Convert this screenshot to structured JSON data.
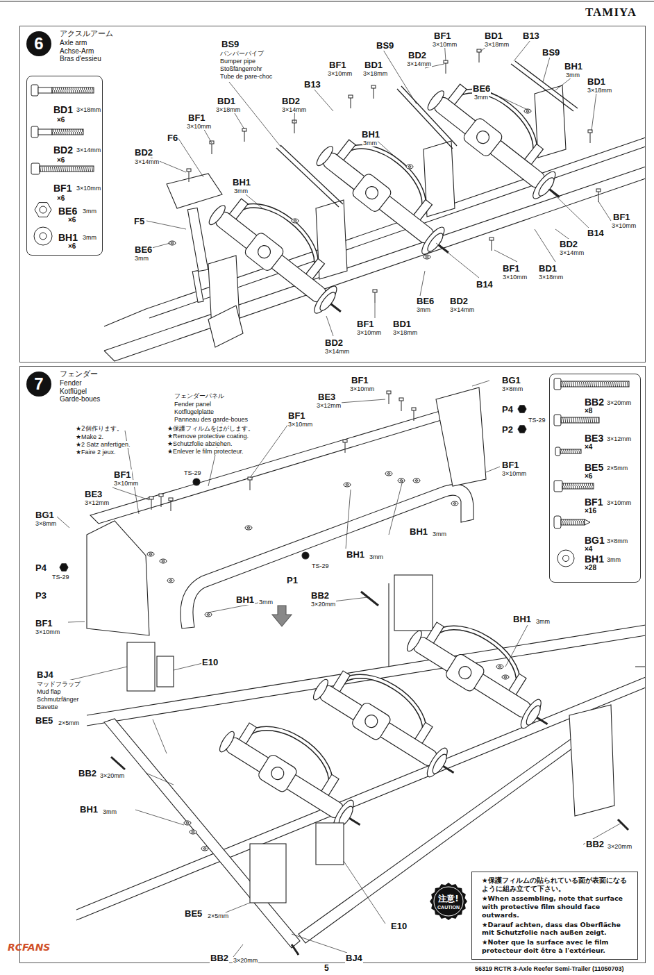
{
  "diagram": {
    "nodes": [
      {
        "text": [
          "アクスルアーム",
          "Axle arm",
          "Achse-Arm",
          "Bras d'essieu"
        ]
      },
      {
        "text": [
          "6"
        ],
        "in": 0
      },
      {
        "text": [
          "BD1",
          "3×18mm",
          "×6",
          "BD2",
          "3×14mm",
          "×6",
          "BF1",
          "3×10mm",
          "×6",
          "BE6",
          "3mm",
          "×6",
          "BH1",
          "3mm",
          "×6"
        ],
        "in": 0
      },
      {
        "text": [
          "フェンダー",
          "Fender",
          "Kotflügel",
          "Garde-boues"
        ]
      },
      {
        "text": [
          "7"
        ],
        "in": 3
      },
      {
        "text": [
          "BB2",
          "3×20mm",
          "×8",
          "BE3",
          "3×12mm",
          "×4",
          "BE5",
          "2×5mm",
          "×6",
          "BF1",
          "3×10mm",
          "×16",
          "BG1",
          "3×8mm",
          "×4",
          "BH1",
          "3mm",
          "×28"
        ],
        "in": 3
      },
      {
        "text": [
          "★保護フィルムの貼られている面が表面になるように組み立てて下さい。",
          "★When assembling, note that surface with protective film should face outwards.",
          "★Darauf achten, dass das Oberfläche mit Schutzfolie nach außen zeigt.",
          "★Noter que la surface avec le film protecteur doit être à l'extérieur."
        ],
        "in": 3
      },
      {
        "text": [
          "注意!",
          "CAUTION"
        ],
        "in": 3
      }
    ],
    "labels": [
      "TAMIYA",
      "BS9",
      "バンパーパイプ",
      "Bumper pipe",
      "Stoßfängerrohr",
      "Tube de pare-choc",
      "BS9",
      "BF1",
      "3×10mm",
      "BD1",
      "3×18mm",
      "B13",
      "BS9",
      "BD2",
      "3×14mm",
      "BF1",
      "3×10mm",
      "BD1",
      "3×18mm",
      "BH1",
      "3mm",
      "BD1",
      "3×18mm",
      "BE6",
      "3mm",
      "B13",
      "BD1",
      "3×18mm",
      "BD2",
      "3×14mm",
      "BF1",
      "3×10mm",
      "BH1",
      "3mm",
      "F6",
      "BD2",
      "3×14mm",
      "BH1",
      "3mm",
      "BF1",
      "3×10mm",
      "B14",
      "BD2",
      "3×14mm",
      "F5",
      "BE6",
      "3mm",
      "BF1",
      "3×10mm",
      "BD1",
      "3×18mm",
      "B14",
      "BE6",
      "3mm",
      "BD2",
      "3×14mm",
      "BF1",
      "3×10mm",
      "BD1",
      "3×18mm",
      "BD2",
      "3×14mm",
      "フェンダーパネル",
      "Fender panel",
      "Kotflügelplatte",
      "Panneau des garde-boues",
      "★保護フィルムをはがします。",
      "★Remove protective coating.",
      "★Schutzfolie abziehen.",
      "★Enlever le film protecteur.",
      "★2個作ります。",
      "★Make 2.",
      "★2 Satz anfertigen.",
      "★Faire 2 jeux.",
      "BF1",
      "3×10mm",
      "BE3",
      "3×12mm",
      "BG1",
      "3×8mm",
      "P4",
      "TS-29",
      "P2",
      "BF1",
      "3×10mm",
      "TS-29",
      "BF1",
      "3×10mm",
      "BF1",
      "3×10mm",
      "BE3",
      "3×12mm",
      "BG1",
      "3×8mm",
      "P4",
      "TS-29",
      "BH1",
      "3mm",
      "BH1",
      "3mm",
      "TS-29",
      "P1",
      "P3",
      "BF1",
      "3×10mm",
      "BH1",
      "3mm",
      "BB2",
      "3×20mm",
      "BJ4",
      "マッドフラップ",
      "Mud flap",
      "Schmutzfänger",
      "Bavette",
      "E10",
      "BE5",
      "2×5mm",
      "BH1",
      "3mm",
      "BB2",
      "3×20mm",
      "BH1",
      "3mm",
      "BB2",
      "3×20mm",
      "BE5",
      "2×5mm",
      "E10",
      "BB2",
      "3×20mm",
      "BJ4",
      "RCFANS",
      "5",
      "56319 RCTR 3-Axle Reefer Semi-Trailer (11050703)"
    ]
  }
}
